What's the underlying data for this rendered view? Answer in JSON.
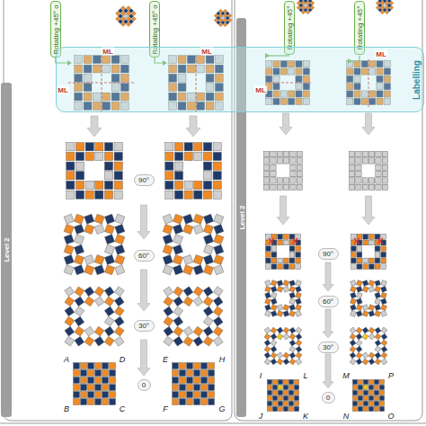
{
  "diagram": {
    "nodes": [
      {
        "text": [
          "Level 2"
        ]
      },
      {
        "text": [
          "Rotating +45° o"
        ]
      },
      {
        "text": [
          "Rotating +45° o"
        ]
      },
      {
        "text": [
          "Level 2"
        ]
      },
      {
        "text": [
          "Rotating +45°"
        ]
      },
      {
        "text": [
          "Rotating +45°"
        ]
      },
      {
        "text": [
          "Labelling"
        ]
      },
      {
        "text": [
          "90°"
        ]
      },
      {
        "text": [
          "60°"
        ]
      },
      {
        "text": [
          "30°"
        ]
      },
      {
        "text": [
          "0"
        ]
      },
      {
        "text": [
          "90°"
        ]
      },
      {
        "text": [
          "60°"
        ]
      },
      {
        "text": [
          "30°"
        ]
      },
      {
        "text": [
          "0"
        ]
      }
    ],
    "edges": [],
    "labels": [
      "ML",
      "ML",
      "ML",
      "ML",
      "ML",
      "A",
      "D",
      "B",
      "C",
      "E",
      "H",
      "F",
      "G",
      "I",
      "L",
      "J",
      "K",
      "M",
      "P",
      "N",
      "O"
    ]
  }
}
